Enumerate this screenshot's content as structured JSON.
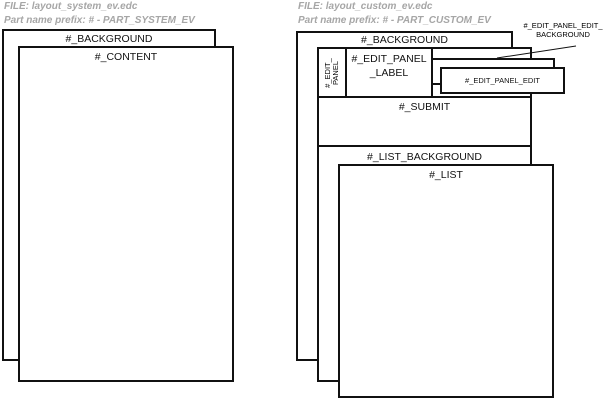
{
  "system": {
    "file": "FILE: layout_system_ev.edc",
    "prefix": "Part name prefix: # - PART_SYSTEM_EV",
    "background": "#_BACKGROUND",
    "content": "#_CONTENT"
  },
  "custom": {
    "file": "FILE: layout_custom_ev.edc",
    "prefix": "Part name prefix: # - PART_CUSTOM_EV",
    "background": "#_BACKGROUND",
    "edit_panel_line1": "#_EDIT_",
    "edit_panel_line2": "PANEL",
    "edit_panel_label_line1": "#_EDIT_PANEL",
    "edit_panel_label_line2": "_LABEL",
    "edit_panel_edit_background_line1": "#_EDIT_PANEL_EDIT_",
    "edit_panel_edit_background_line2": "BACKGROUND",
    "edit_panel_edit": "#_EDIT_PANEL_EDIT",
    "submit": "#_SUBMIT",
    "list_background": "#_LIST_BACKGROUND",
    "list": "#_LIST"
  }
}
